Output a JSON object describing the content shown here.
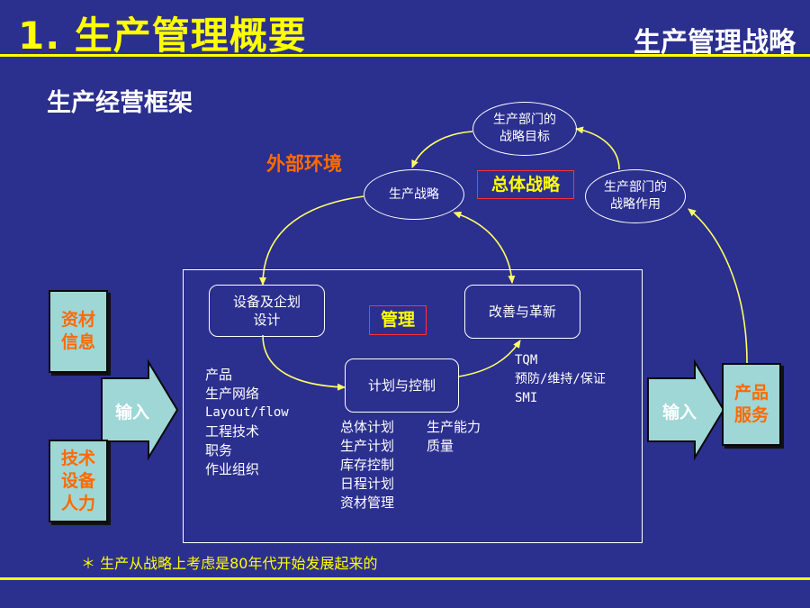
{
  "header": {
    "title": "1. 生产管理概要",
    "section": "生产管理战略"
  },
  "slide": {
    "subtitle": "生产经营框架",
    "external_env": "外部环境",
    "overall_strategy": "总体战略",
    "management_label": "管理",
    "nodes": {
      "production_strategy": "生产战略",
      "dept_goal": "生产部门的\n战略目标",
      "dept_role": "生产部门的\n战略作用",
      "equipment_design": "设备及企划\n设计",
      "improvement": "改善与革新",
      "planning_control": "计划与控制"
    },
    "lists": {
      "design_items": [
        "产品",
        "生产网络",
        "Layout/flow",
        "工程技术",
        "职务",
        "作业组织"
      ],
      "improvement_items": [
        "TQM",
        "预防/维持/保证",
        "SMI"
      ],
      "plan_items_left": [
        "总体计划",
        "生产计划",
        "库存控制",
        "日程计划",
        "资材管理"
      ],
      "plan_items_right": [
        "生产能力",
        "质量"
      ]
    },
    "left_inputs": {
      "materials_info": "资材\n信息",
      "tech_equipment_labor": "技术\n设备\n人力",
      "input_label": "输入"
    },
    "right_outputs": {
      "input_label": "输入",
      "product_service": "产品\n服务"
    },
    "footnote": "＊ 生产从战略上考虑是80年代开始发展起来的"
  },
  "colors": {
    "background": "#2B2F8E",
    "title_yellow": "#FFFF00",
    "orange": "#FF6A00",
    "side_box": "#9FD6D6",
    "connector": "#FFFF66",
    "red_border": "#FF3333"
  }
}
